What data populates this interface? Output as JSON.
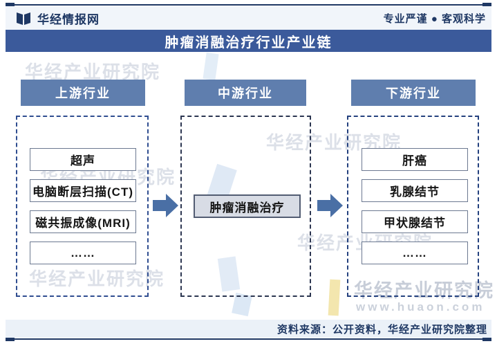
{
  "brand": {
    "logo": "华经情报网",
    "tagline": "专业严谨 ● 客观科学"
  },
  "title": "肿瘤消融治疗行业产业链",
  "columns": [
    {
      "header": "上游行业",
      "items": [
        "超声",
        "电脑断层扫描(CT)",
        "磁共振成像(MRI)",
        "……"
      ]
    },
    {
      "header": "中游行业",
      "items": [
        "肿瘤消融治疗"
      ]
    },
    {
      "header": "下游行业",
      "items": [
        "肝癌",
        "乳腺结节",
        "甲状腺结节",
        "……"
      ]
    }
  ],
  "watermark": {
    "text": "华经产业研究院",
    "url": "www.huaon.com"
  },
  "footer": {
    "source": "资料来源：公开资料，华经产业研究院整理"
  },
  "colors": {
    "title_bar": "#3B5A9B",
    "column_header": "#5F7EAE",
    "arrow": "#4A6FA5",
    "dashed_border": "#2F4D90",
    "navy_rule": "#1F3864",
    "mid_box_fill": "#D8DCE5"
  }
}
